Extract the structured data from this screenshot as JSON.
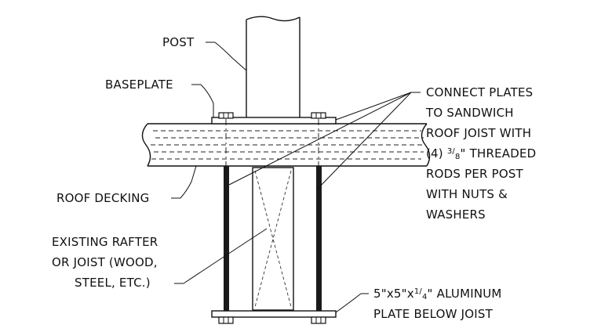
{
  "labels": {
    "post": "POST",
    "baseplate": "BASEPLATE",
    "roof_decking": "ROOF DECKING",
    "connect": [
      "CONNECT PLATES",
      "TO SANDWICH",
      "ROOF JOIST WITH",
      "(4) 3/8\" THREADED",
      "RODS PER POST",
      "WITH NUTS &",
      "WASHERS"
    ],
    "connect_fraction_num": "3",
    "connect_fraction_den": "8",
    "connect_line4_prefix": "(4) ",
    "connect_line4_suffix": "\" THREADED",
    "existing": [
      "EXISTING RAFTER",
      "OR JOIST (WOOD,",
      "STEEL, ETC.)"
    ],
    "plate_line1_prefix": "5\"x5\"x",
    "plate_fraction_num": "1",
    "plate_fraction_den": "4",
    "plate_line1_suffix": "\" ALUMINUM",
    "plate_line2": "PLATE BELOW JOIST"
  },
  "colors": {
    "ink": "#111111",
    "paper": "#ffffff",
    "rod": "#1a1a1a"
  }
}
